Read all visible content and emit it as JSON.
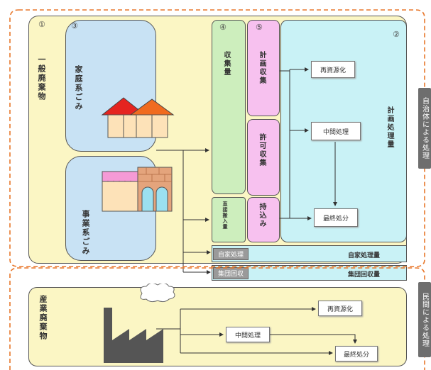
{
  "general_waste": {
    "number": "①",
    "label": "一般廃棄物"
  },
  "household": {
    "number": "③",
    "label": "家庭系ごみ"
  },
  "business": {
    "label": "事業系ごみ"
  },
  "collection": {
    "number": "④",
    "label": "収集量"
  },
  "direct": {
    "label": "直接搬入量"
  },
  "planned_collection": {
    "number": "⑤",
    "label": "計画収集"
  },
  "permit_collection": {
    "label": "許可収集"
  },
  "bring_in": {
    "label": "持込み"
  },
  "planned_treatment": {
    "number": "②",
    "label": "計画処理量"
  },
  "municipal_flow": {
    "recycle": "再資源化",
    "intermediate": "中間処理",
    "final": "最終処分"
  },
  "self_treatment": {
    "box": "自家処理",
    "amount": "自家処理量"
  },
  "group_collection": {
    "box": "集団回収",
    "amount": "集団回収量"
  },
  "industrial": {
    "label": "産業廃棄物"
  },
  "industrial_flow": {
    "recycle": "再資源化",
    "intermediate": "中間処理",
    "final": "最終処分"
  },
  "side_tabs": {
    "municipal": "自治体による処理",
    "private": "民間による処理"
  },
  "colors": {
    "orange_dash": "#e8772a",
    "yellow": "#fbf6c4",
    "blue": "#c8e2f4",
    "green": "#cdeebd",
    "pink": "#f7c1ef",
    "cyan": "#c9f2f6"
  }
}
